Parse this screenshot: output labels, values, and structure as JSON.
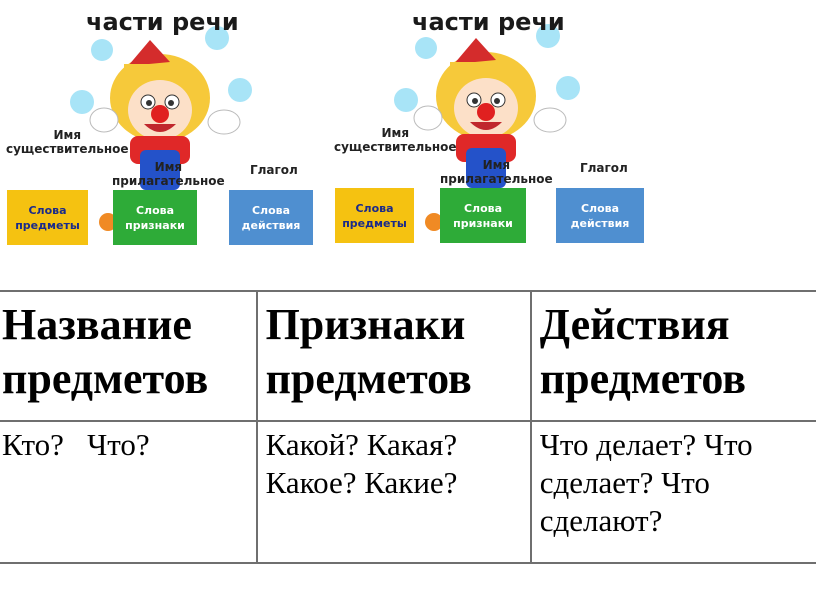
{
  "panels": [
    {
      "title": "части речи",
      "noun_label": [
        "Имя",
        "существительное"
      ],
      "adj_label": [
        "Имя",
        "прилагательное"
      ],
      "verb_label": "Глагол",
      "boxes": [
        {
          "lines": [
            "Слова",
            "предметы"
          ],
          "color": "#f5c211",
          "text_color": "#1a2a8a"
        },
        {
          "lines": [
            "Слова",
            "признаки"
          ],
          "color": "#2eab38",
          "text_color": "#ffffff"
        },
        {
          "lines": [
            "Слова",
            "действия"
          ],
          "color": "#4f8fd0",
          "text_color": "#ffffff"
        }
      ]
    },
    {
      "title": "части речи",
      "noun_label": [
        "Имя",
        "существительное"
      ],
      "adj_label": [
        "Имя",
        "прилагательное"
      ],
      "verb_label": "Глагол",
      "boxes": [
        {
          "lines": [
            "Слова",
            "предметы"
          ],
          "color": "#f5c211",
          "text_color": "#1a2a8a"
        },
        {
          "lines": [
            "Слова",
            "признаки"
          ],
          "color": "#2eab38",
          "text_color": "#ffffff"
        },
        {
          "lines": [
            "Слова",
            "действия"
          ],
          "color": "#4f8fd0",
          "text_color": "#ffffff"
        }
      ]
    }
  ],
  "table": {
    "headers": [
      [
        "Название",
        "предметов"
      ],
      [
        "Признаки",
        "предметов"
      ],
      [
        "Действия",
        "предметов"
      ]
    ],
    "questions": [
      [
        "Кто?   Что?"
      ],
      [
        "Какой? Какая?",
        "Какое? Какие?"
      ],
      [
        "Что делает? Что",
        "сделает? Что",
        "сделают?"
      ]
    ]
  },
  "icons": [
    "clown-icon",
    "juggling-ball-icon"
  ]
}
